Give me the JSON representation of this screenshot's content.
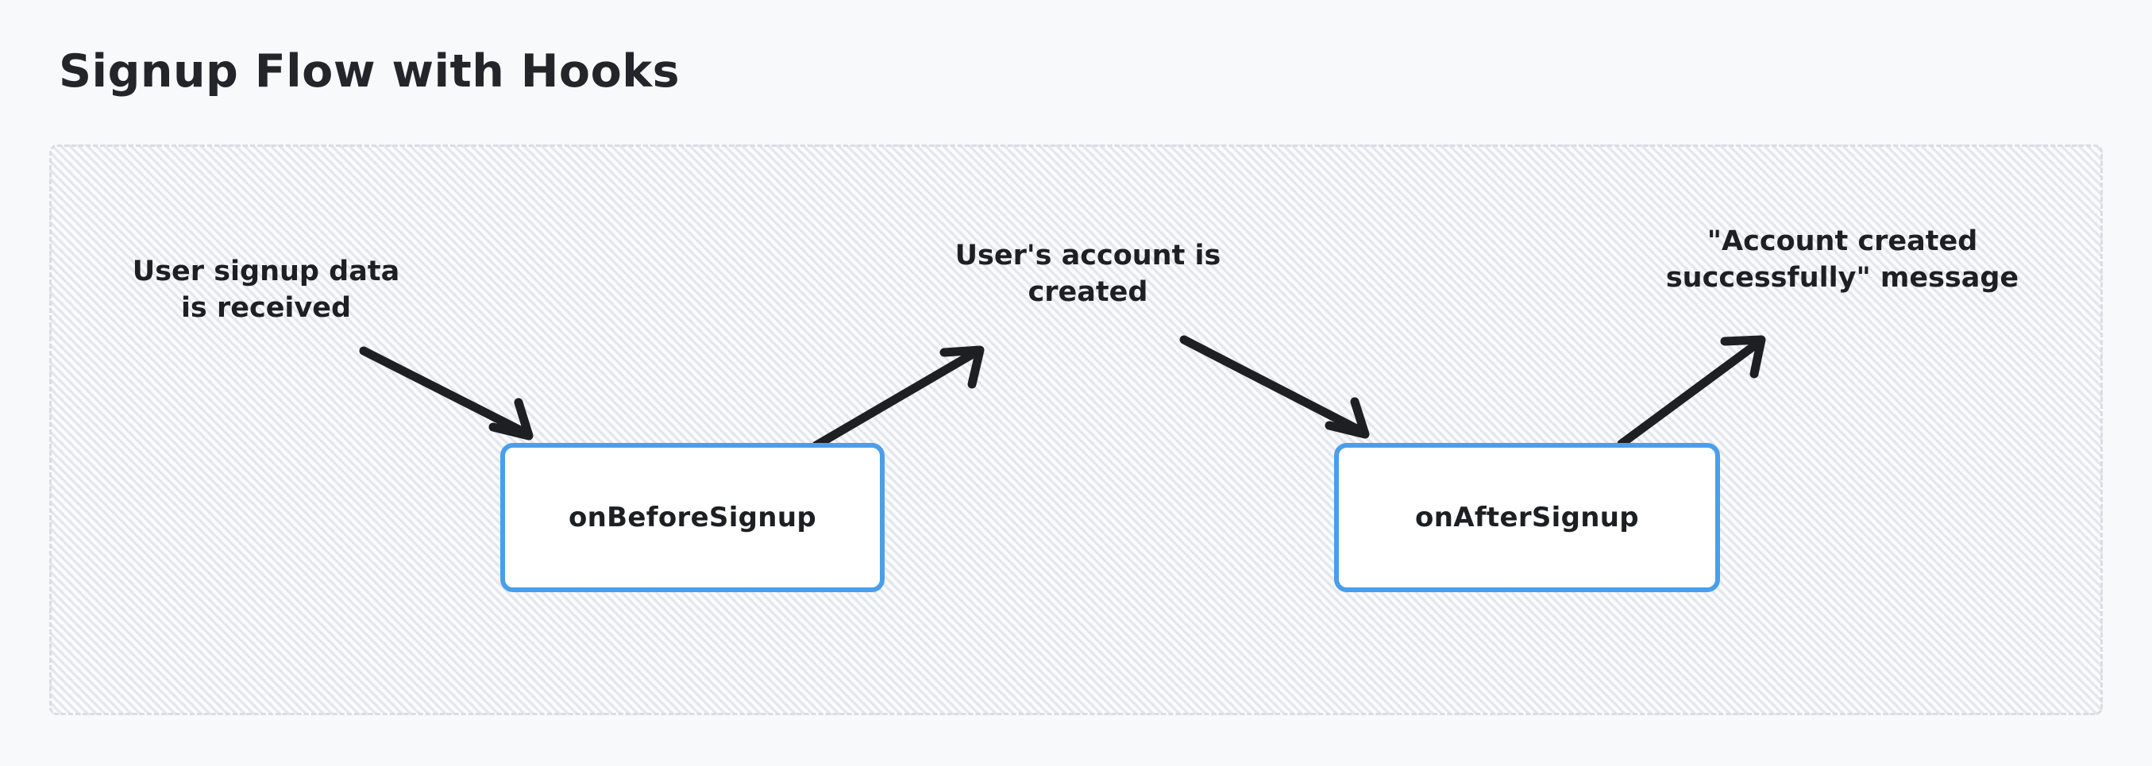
{
  "page": {
    "title": "Signup Flow with Hooks",
    "background_color": "#f8f9fb"
  },
  "group": {
    "name": "signup-flow-group",
    "border_style": "dashed",
    "border_color": "#d9dce2",
    "fill_pattern": "diagonal-hatch",
    "fill_color": "#fafbfc"
  },
  "nodes": [
    {
      "id": "on-before-signup",
      "label": "onBeforeSignup",
      "shape": "rounded-rectangle",
      "border_color": "#4a9eeb",
      "fill_color": "#ffffff",
      "text_color": "#1d1f23"
    },
    {
      "id": "on-after-signup",
      "label": "onAfterSignup",
      "shape": "rounded-rectangle",
      "border_color": "#4a9eeb",
      "fill_color": "#ffffff",
      "text_color": "#1d1f23"
    }
  ],
  "edges": [
    {
      "id": "signup-data-to-before-hook",
      "label": "User signup data\nis received",
      "direction": "into-node",
      "target": "on-before-signup",
      "color": "#1d1f23"
    },
    {
      "id": "before-hook-to-account-created",
      "label": "User's account is\ncreated",
      "direction": "out-of-node",
      "source": "on-before-signup",
      "color": "#1d1f23"
    },
    {
      "id": "account-created-to-after-hook",
      "label": "User's account is\ncreated",
      "direction": "into-node",
      "target": "on-after-signup",
      "color": "#1d1f23"
    },
    {
      "id": "after-hook-to-success-message",
      "label": "\"Account created\nsuccessfully\" message",
      "direction": "out-of-node",
      "source": "on-after-signup",
      "color": "#1d1f23"
    }
  ],
  "labels": {
    "signup_data": "User signup data\nis received",
    "account_created": "User's account is\ncreated",
    "success_message": "\"Account created\nsuccessfully\" message"
  }
}
